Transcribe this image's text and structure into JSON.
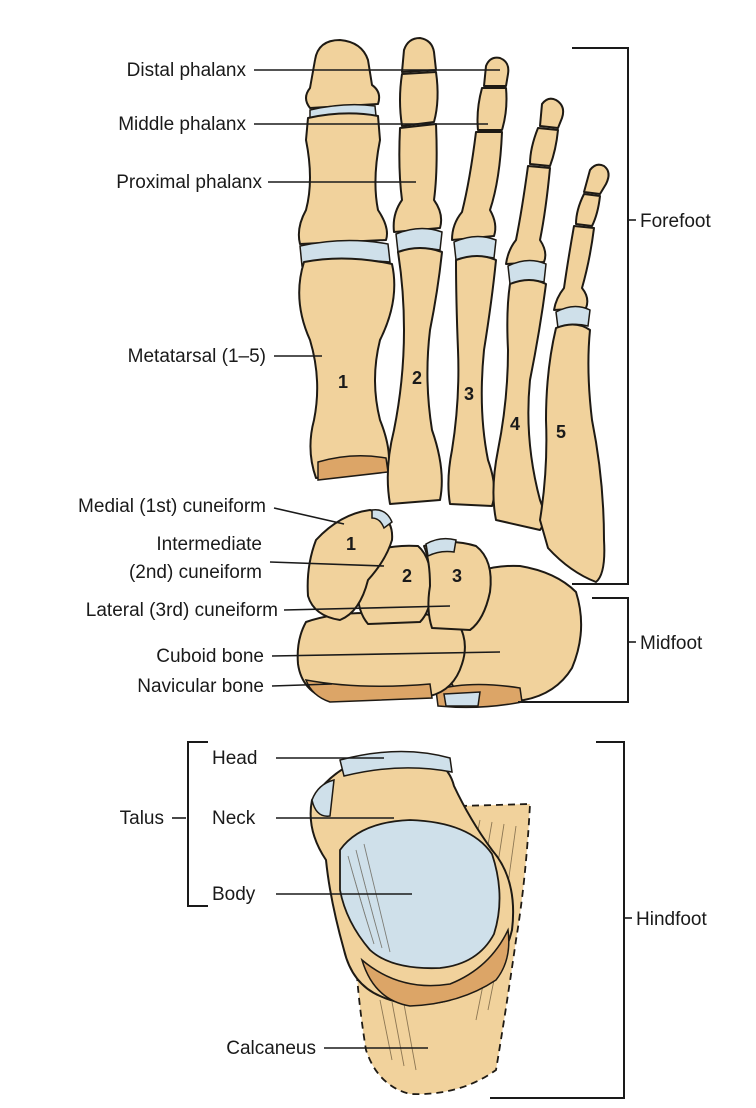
{
  "colors": {
    "bone": "#f1d29c",
    "bone_shade": "#dca567",
    "cartilage": "#cfe0ea",
    "outline": "#1e1a14",
    "label_text": "#1a1a1a"
  },
  "labels": {
    "distal_phalanx": "Distal phalanx",
    "middle_phalanx": "Middle phalanx",
    "proximal_phalanx": "Proximal phalanx",
    "metatarsal": "Metatarsal (1–5)",
    "medial_cuneiform": "Medial (1st) cuneiform",
    "intermediate_cuneiform_line1": "Intermediate",
    "intermediate_cuneiform_line2": "(2nd) cuneiform",
    "lateral_cuneiform": "Lateral (3rd) cuneiform",
    "cuboid": "Cuboid bone",
    "navicular": "Navicular bone",
    "talus": "Talus",
    "talus_head": "Head",
    "talus_neck": "Neck",
    "talus_body": "Body",
    "calcaneus": "Calcaneus"
  },
  "regions": {
    "forefoot": "Forefoot",
    "midfoot": "Midfoot",
    "hindfoot": "Hindfoot"
  },
  "bone_numbers": {
    "metatarsals": [
      "1",
      "2",
      "3",
      "4",
      "5"
    ],
    "cuneiforms": [
      "1",
      "2",
      "3"
    ]
  }
}
